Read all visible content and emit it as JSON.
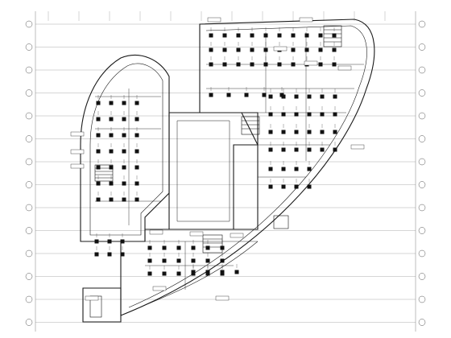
{
  "drawing": {
    "view": "floor-plan",
    "colors": {
      "background": "#ffffff",
      "line": "#1a1a1a",
      "grid": "#7a7a7a",
      "fixture": "#111111"
    }
  },
  "axis_bubbles": {
    "rows": [
      "",
      "",
      "",
      "",
      "",
      "",
      "",
      "",
      "",
      "",
      "",
      "",
      "",
      ""
    ]
  },
  "room_labels": [
    {
      "id": "room-1",
      "text": ""
    },
    {
      "id": "room-2",
      "text": ""
    },
    {
      "id": "room-3",
      "text": ""
    },
    {
      "id": "room-4",
      "text": ""
    }
  ],
  "dimension_texts": [
    {
      "id": "dim-1",
      "text": ""
    },
    {
      "id": "dim-2",
      "text": ""
    },
    {
      "id": "dim-3",
      "text": ""
    }
  ]
}
